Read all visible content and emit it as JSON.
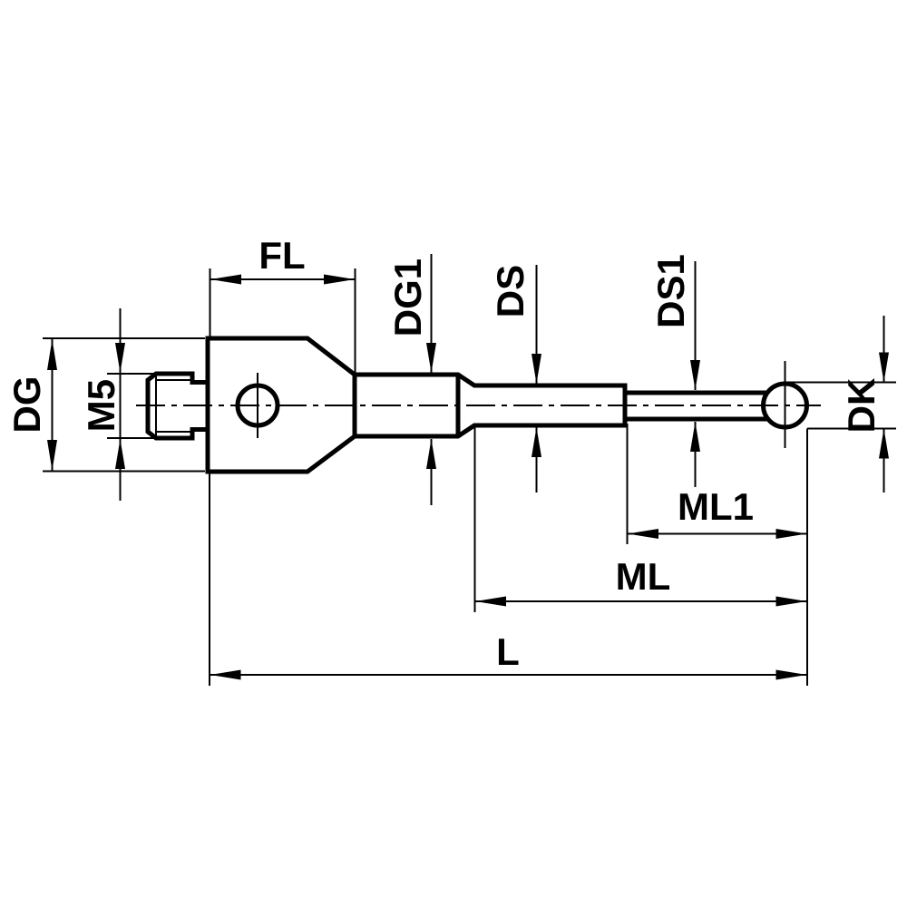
{
  "drawing": {
    "title": "stylus-technical-drawing",
    "background_color": "#ffffff",
    "line_color": "#000000",
    "labels": {
      "fl": "FL",
      "dg": "DG",
      "m5": "M5",
      "dg1": "DG1",
      "ds": "DS",
      "ds1": "DS1",
      "dk": "DK",
      "ml1": "ML1",
      "ml": "ML",
      "l": "L"
    }
  }
}
